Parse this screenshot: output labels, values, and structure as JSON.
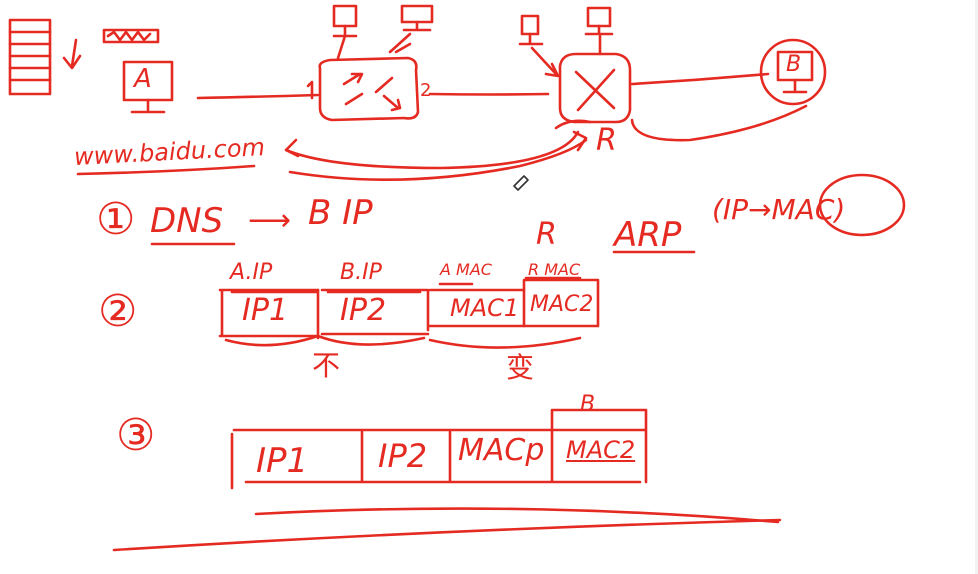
{
  "ink_color": "#e52a22",
  "labels": {
    "host_a": "A",
    "host_b": "B",
    "switch_port_1": "1",
    "switch_port_2": "2",
    "router": "R",
    "url": "www.baidu.com"
  },
  "steps": {
    "step1": {
      "number": "①",
      "text": "DNS",
      "arrow": "⟶",
      "result": "B IP"
    },
    "arp": {
      "router": "R",
      "label": "ARP",
      "mapping": "(IP→MAC)"
    },
    "step2": {
      "number": "②",
      "headers": [
        "A.IP",
        "B.IP",
        "A MAC",
        "R MAC"
      ],
      "cells": [
        "IP1",
        "IP2",
        "MAC1",
        "MAC2"
      ],
      "under_left": "不",
      "under_right": "变"
    },
    "step3": {
      "number": "③",
      "header_b": "B",
      "cells": [
        "IP1",
        "IP2",
        "MACp",
        "MAC2"
      ]
    }
  }
}
